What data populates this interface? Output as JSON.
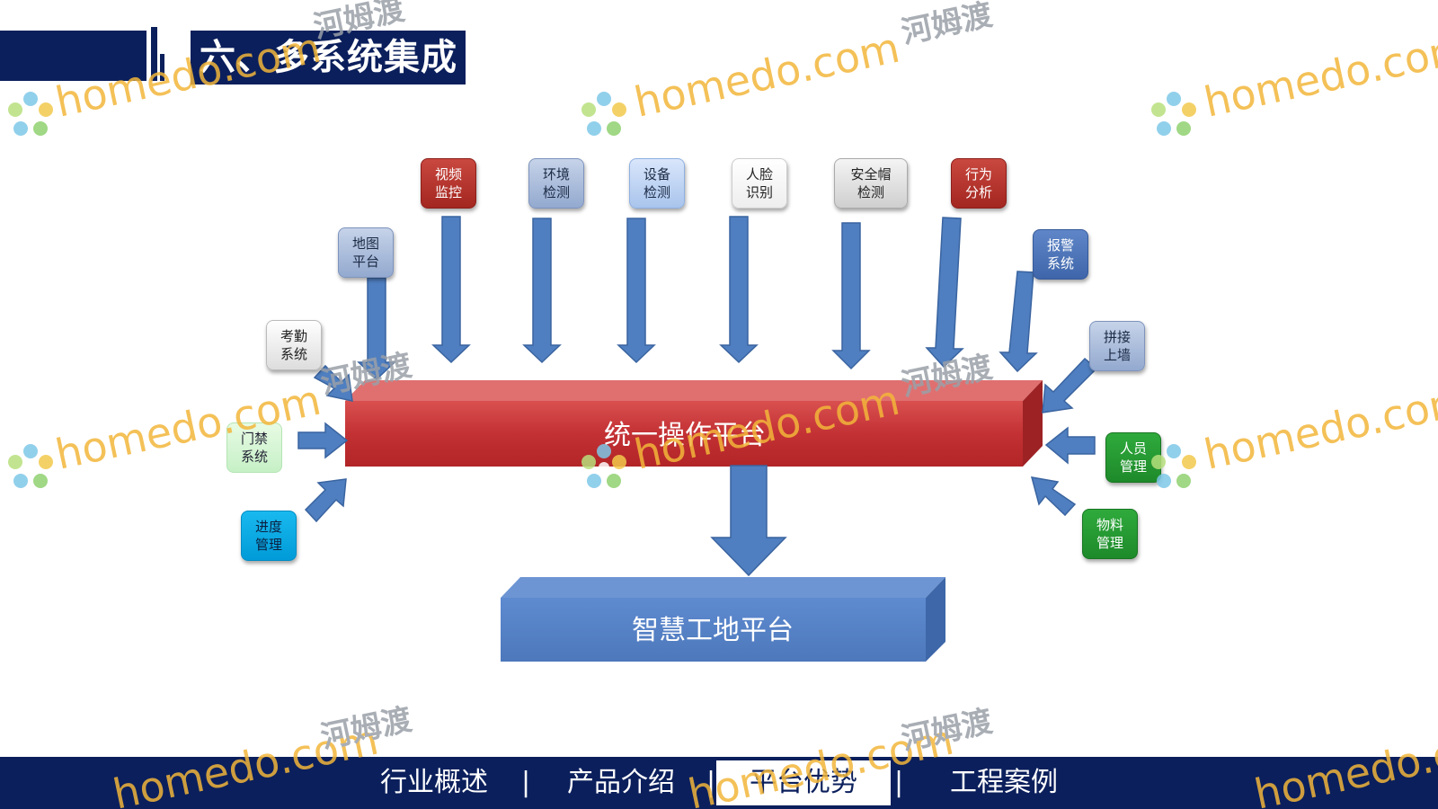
{
  "header": {
    "title": "六、多系统集成"
  },
  "diagram": {
    "central_platform": "统一操作平台",
    "output_platform": "智慧工地平台",
    "nodes": {
      "video": {
        "l1": "视频",
        "l2": "监控",
        "color": "#b2322b"
      },
      "env": {
        "l1": "环境",
        "l2": "检测",
        "color": "#a8b9dc"
      },
      "device": {
        "l1": "设备",
        "l2": "检测",
        "color": "#bcd3f3"
      },
      "face": {
        "l1": "人脸",
        "l2": "识别",
        "color": "#ffffff"
      },
      "helmet": {
        "l1": "安全帽",
        "l2": "检测",
        "color": "#e2e2e2"
      },
      "behavior": {
        "l1": "行为",
        "l2": "分析",
        "color": "#b2322b"
      },
      "map": {
        "l1": "地图",
        "l2": "平台",
        "color": "#a8b9dc"
      },
      "alarm": {
        "l1": "报警",
        "l2": "系统",
        "color": "#4f76b8"
      },
      "attendance": {
        "l1": "考勤",
        "l2": "系统",
        "color": "#eeeeee"
      },
      "splice": {
        "l1": "拼接",
        "l2": "上墙",
        "color": "#a8b9dc"
      },
      "access": {
        "l1": "门禁",
        "l2": "系统",
        "color": "#d9f5d6"
      },
      "personnel": {
        "l1": "人员",
        "l2": "管理",
        "color": "#269a33"
      },
      "progress": {
        "l1": "进度",
        "l2": "管理",
        "color": "#0aa9e4"
      },
      "material": {
        "l1": "物料",
        "l2": "管理",
        "color": "#269a33"
      }
    }
  },
  "footer": {
    "nav": [
      "行业概述",
      "产品介绍",
      "平台优势",
      "工程案例"
    ],
    "separator": "|",
    "active_index": 2
  },
  "watermark": {
    "text": "homedo.com",
    "cn": "河姆渡"
  },
  "colors": {
    "navy": "#0b1f5c",
    "arrow_blue": "#4f7fc0",
    "platform_red": "#c8383a",
    "platform_blue": "#5a86c5"
  }
}
